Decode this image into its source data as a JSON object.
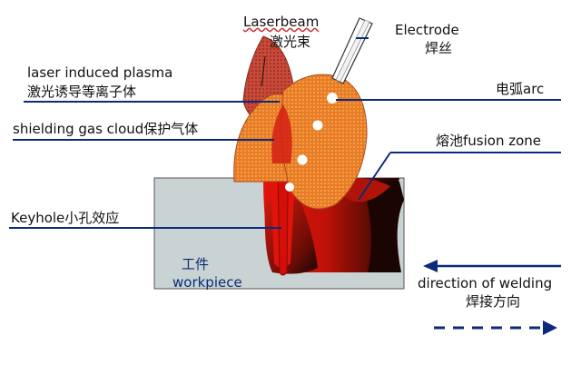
{
  "labels": {
    "laserbeam_en": "Laserbeam",
    "laserbeam_cn": "激光束",
    "electrode_en": "Electrode",
    "electrode_cn": "焊丝",
    "plasma_en": "laser induced plasma",
    "plasma_cn": "激光诱导等离子体",
    "arc": "电弧arc",
    "shield": "shielding gas cloud保护气体",
    "fusion": "熔池fusion zone",
    "keyhole": "Keyhole小孔效应",
    "workpiece_cn": "工件",
    "workpiece_en": "workpiece",
    "direction_en": "direction of welding",
    "direction_cn": "焊接方向"
  },
  "colors": {
    "line": "#0b2a7a",
    "workpiece": "#c9d3d3",
    "pool_red": "#e0140a",
    "dark_red": "#7a0f0a",
    "plasma_orange": "#e87a2a",
    "beam_maroon": "#b23a3a",
    "electrode_white": "#ffffff"
  }
}
